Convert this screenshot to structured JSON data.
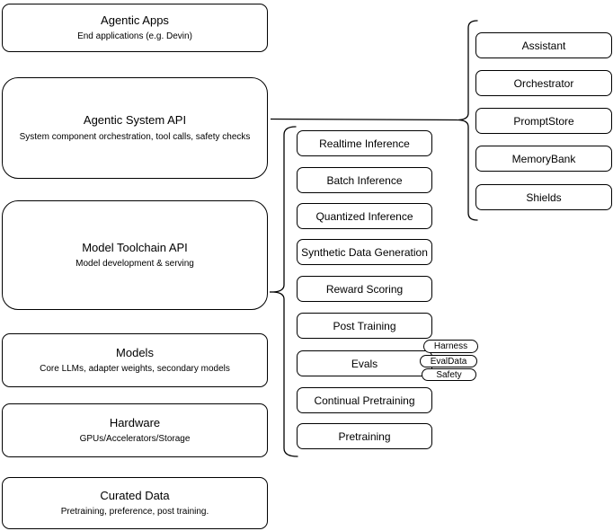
{
  "colors": {
    "stroke": "#000000",
    "fill": "#ffffff",
    "text": "#000000"
  },
  "layers": [
    {
      "title": "Agentic Apps",
      "subtitle": "End applications (e.g. Devin)"
    },
    {
      "title": "Agentic System API",
      "subtitle": "System component orchestration, tool calls, safety checks"
    },
    {
      "title": "Model Toolchain API",
      "subtitle": "Model development & serving"
    },
    {
      "title": "Models",
      "subtitle": "Core LLMs, adapter weights, secondary models"
    },
    {
      "title": "Hardware",
      "subtitle": "GPUs/Accelerators/Storage"
    },
    {
      "title": "Curated Data",
      "subtitle": "Pretraining, preference, post training."
    }
  ],
  "toolchain_services": [
    "Realtime Inference",
    "Batch Inference",
    "Quantized Inference",
    "Synthetic Data Generation",
    "Reward Scoring",
    "Post Training",
    "Evals",
    "Continual Pretraining",
    "Pretraining"
  ],
  "eval_tags": [
    "Harness",
    "EvalData",
    "Safety"
  ],
  "system_components": [
    "Assistant",
    "Orchestrator",
    "PromptStore",
    "MemoryBank",
    "Shields"
  ]
}
